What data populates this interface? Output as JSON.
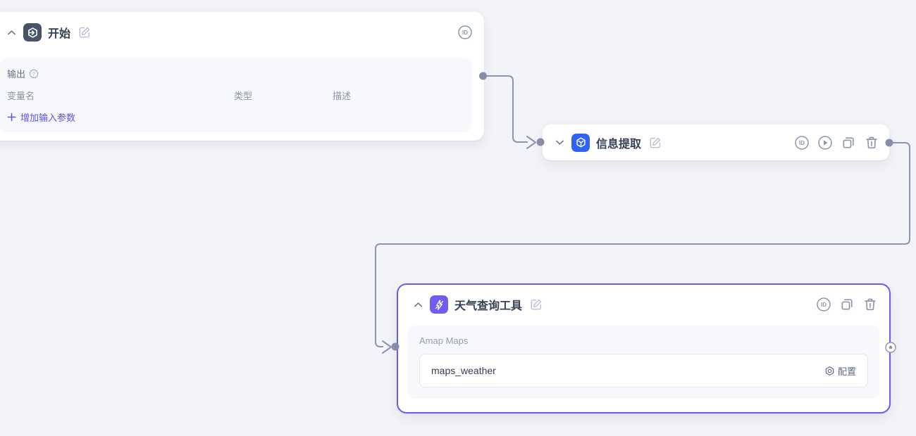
{
  "colors": {
    "canvas_bg": "#f3f4f9",
    "accent_link": "#5a54e8",
    "selected_border": "#6c5cf0",
    "edge_line": "#8e93b0",
    "start_icon_bg": "#475467",
    "extract_icon_bg": "#2e63f6",
    "tool_icon_bg": "#6d5ef0",
    "title_text": "#354052"
  },
  "shared": {
    "id_badge": "ID"
  },
  "nodes": {
    "start": {
      "title": "开始",
      "output_label": "输出",
      "columns": {
        "name": "变量名",
        "type": "类型",
        "desc": "描述"
      },
      "add_param": "增加输入参数"
    },
    "extract": {
      "title": "信息提取"
    },
    "weather": {
      "title": "天气查询工具",
      "provider": "Amap Maps",
      "tool": "maps_weather",
      "configure": "配置"
    }
  }
}
